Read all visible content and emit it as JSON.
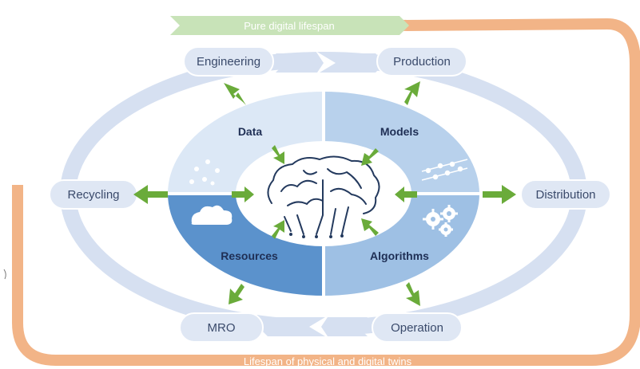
{
  "banners": {
    "top": "Pure digital lifespan",
    "bottom": "Lifespan of physical and digital twins"
  },
  "nodes": {
    "engineering": "Engineering",
    "production": "Production",
    "distribution": "Distribution",
    "operation": "Operation",
    "mro": "MRO",
    "recycling": "Recycling"
  },
  "quadrants": {
    "data": "Data",
    "models": "Models",
    "resources": "Resources",
    "algorithms": "Algorithms"
  },
  "colors": {
    "ring": "#d6e0f1",
    "node_fill": "#dfe7f4",
    "data_quad": "#dce8f6",
    "models_quad": "#b8d1ec",
    "resources_quad": "#5b92cc",
    "algorithms_quad": "#9ec0e4",
    "arrow_green": "#6aab3a",
    "top_band": "#c8e3b8",
    "bottom_band": "#f2b487",
    "brain": "#243a5e"
  }
}
